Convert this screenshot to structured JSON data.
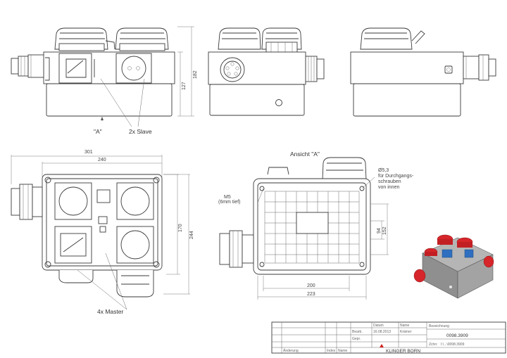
{
  "labels": {
    "view_a": "\"A\"",
    "two_slave": "2x Slave",
    "four_master": "4x Master",
    "ansicht_a": "Ansicht \"A\""
  },
  "dimensions": {
    "top_left_h1": "127",
    "top_left_h2": "182",
    "plan_w1": "301",
    "plan_w2": "240",
    "plan_h1": "170",
    "plan_h2": "244",
    "back_h1": "94",
    "back_h2": "152",
    "back_w1": "200",
    "back_w2": "223"
  },
  "notes": {
    "hole_diameter": "Ø5,3",
    "hole_line1": "für Durchgangs-",
    "hole_line2": "schrauben",
    "hole_line3": "von innen",
    "thread": "M5",
    "thread_depth": "(6mm tief)"
  },
  "title_block": {
    "col_datum": "Datum",
    "col_name": "Name",
    "row_bearb": "Bearb.",
    "row_gepr": "Gepr.",
    "date": "16.08.2013",
    "name": "Krämer",
    "bezeichnung_label": "Bezeichnung",
    "part_number": "0098.3909",
    "zeichn_label": "Zchn:",
    "file_path": "I:\\...\\0098.3909",
    "company": "KLINGER BORN",
    "aenderung": "Änderung",
    "index_label": "Index",
    "name_short": "Name"
  },
  "colors": {
    "socket_red": "#d6262b",
    "body_grey": "#8f8f8f",
    "insert_blue": "#2f6fc0",
    "logo_red": "#cc2222"
  }
}
